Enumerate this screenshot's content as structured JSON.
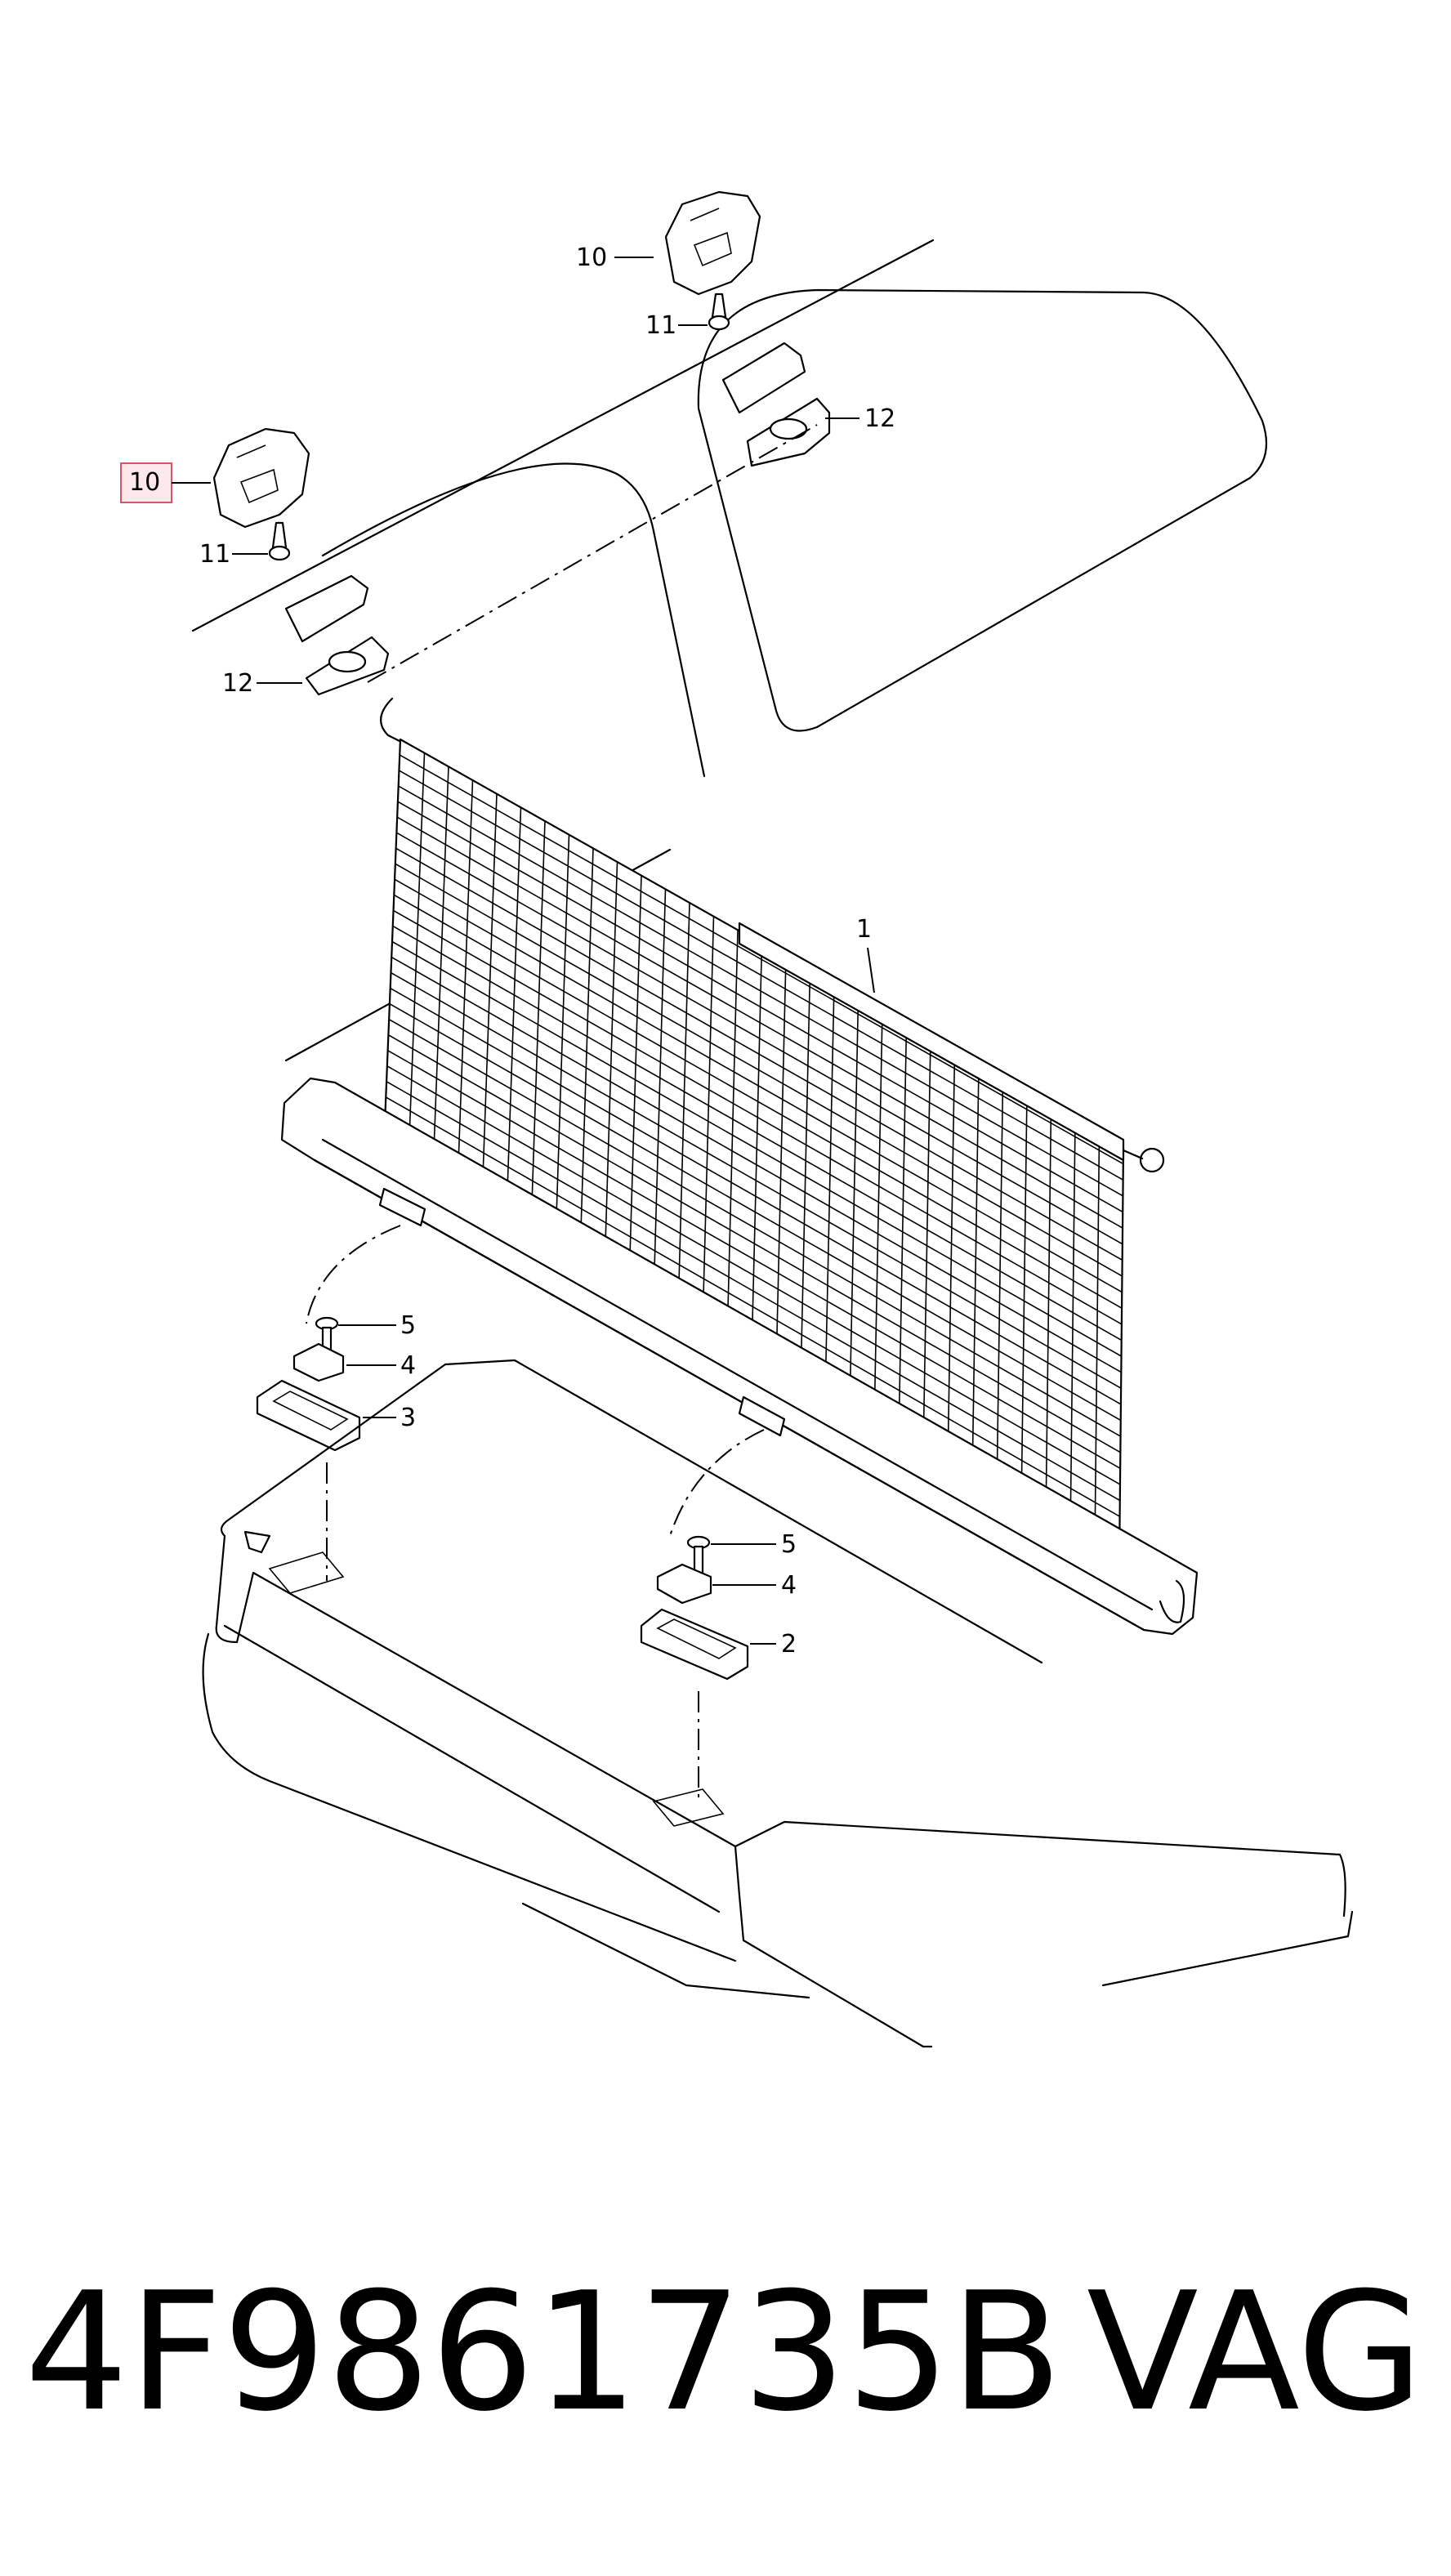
{
  "diagram": {
    "callouts": {
      "c1": "1",
      "c2": "2",
      "c3": "3",
      "c4a": "4",
      "c4b": "4",
      "c5a": "5",
      "c5b": "5",
      "c10a": "10",
      "c10b": "10",
      "c11a": "11",
      "c11b": "11",
      "c12a": "12",
      "c12b": "12"
    },
    "highlight_color": "#d9536a"
  },
  "footer": {
    "part_number": "4F9861735B",
    "brand": "VAG"
  }
}
